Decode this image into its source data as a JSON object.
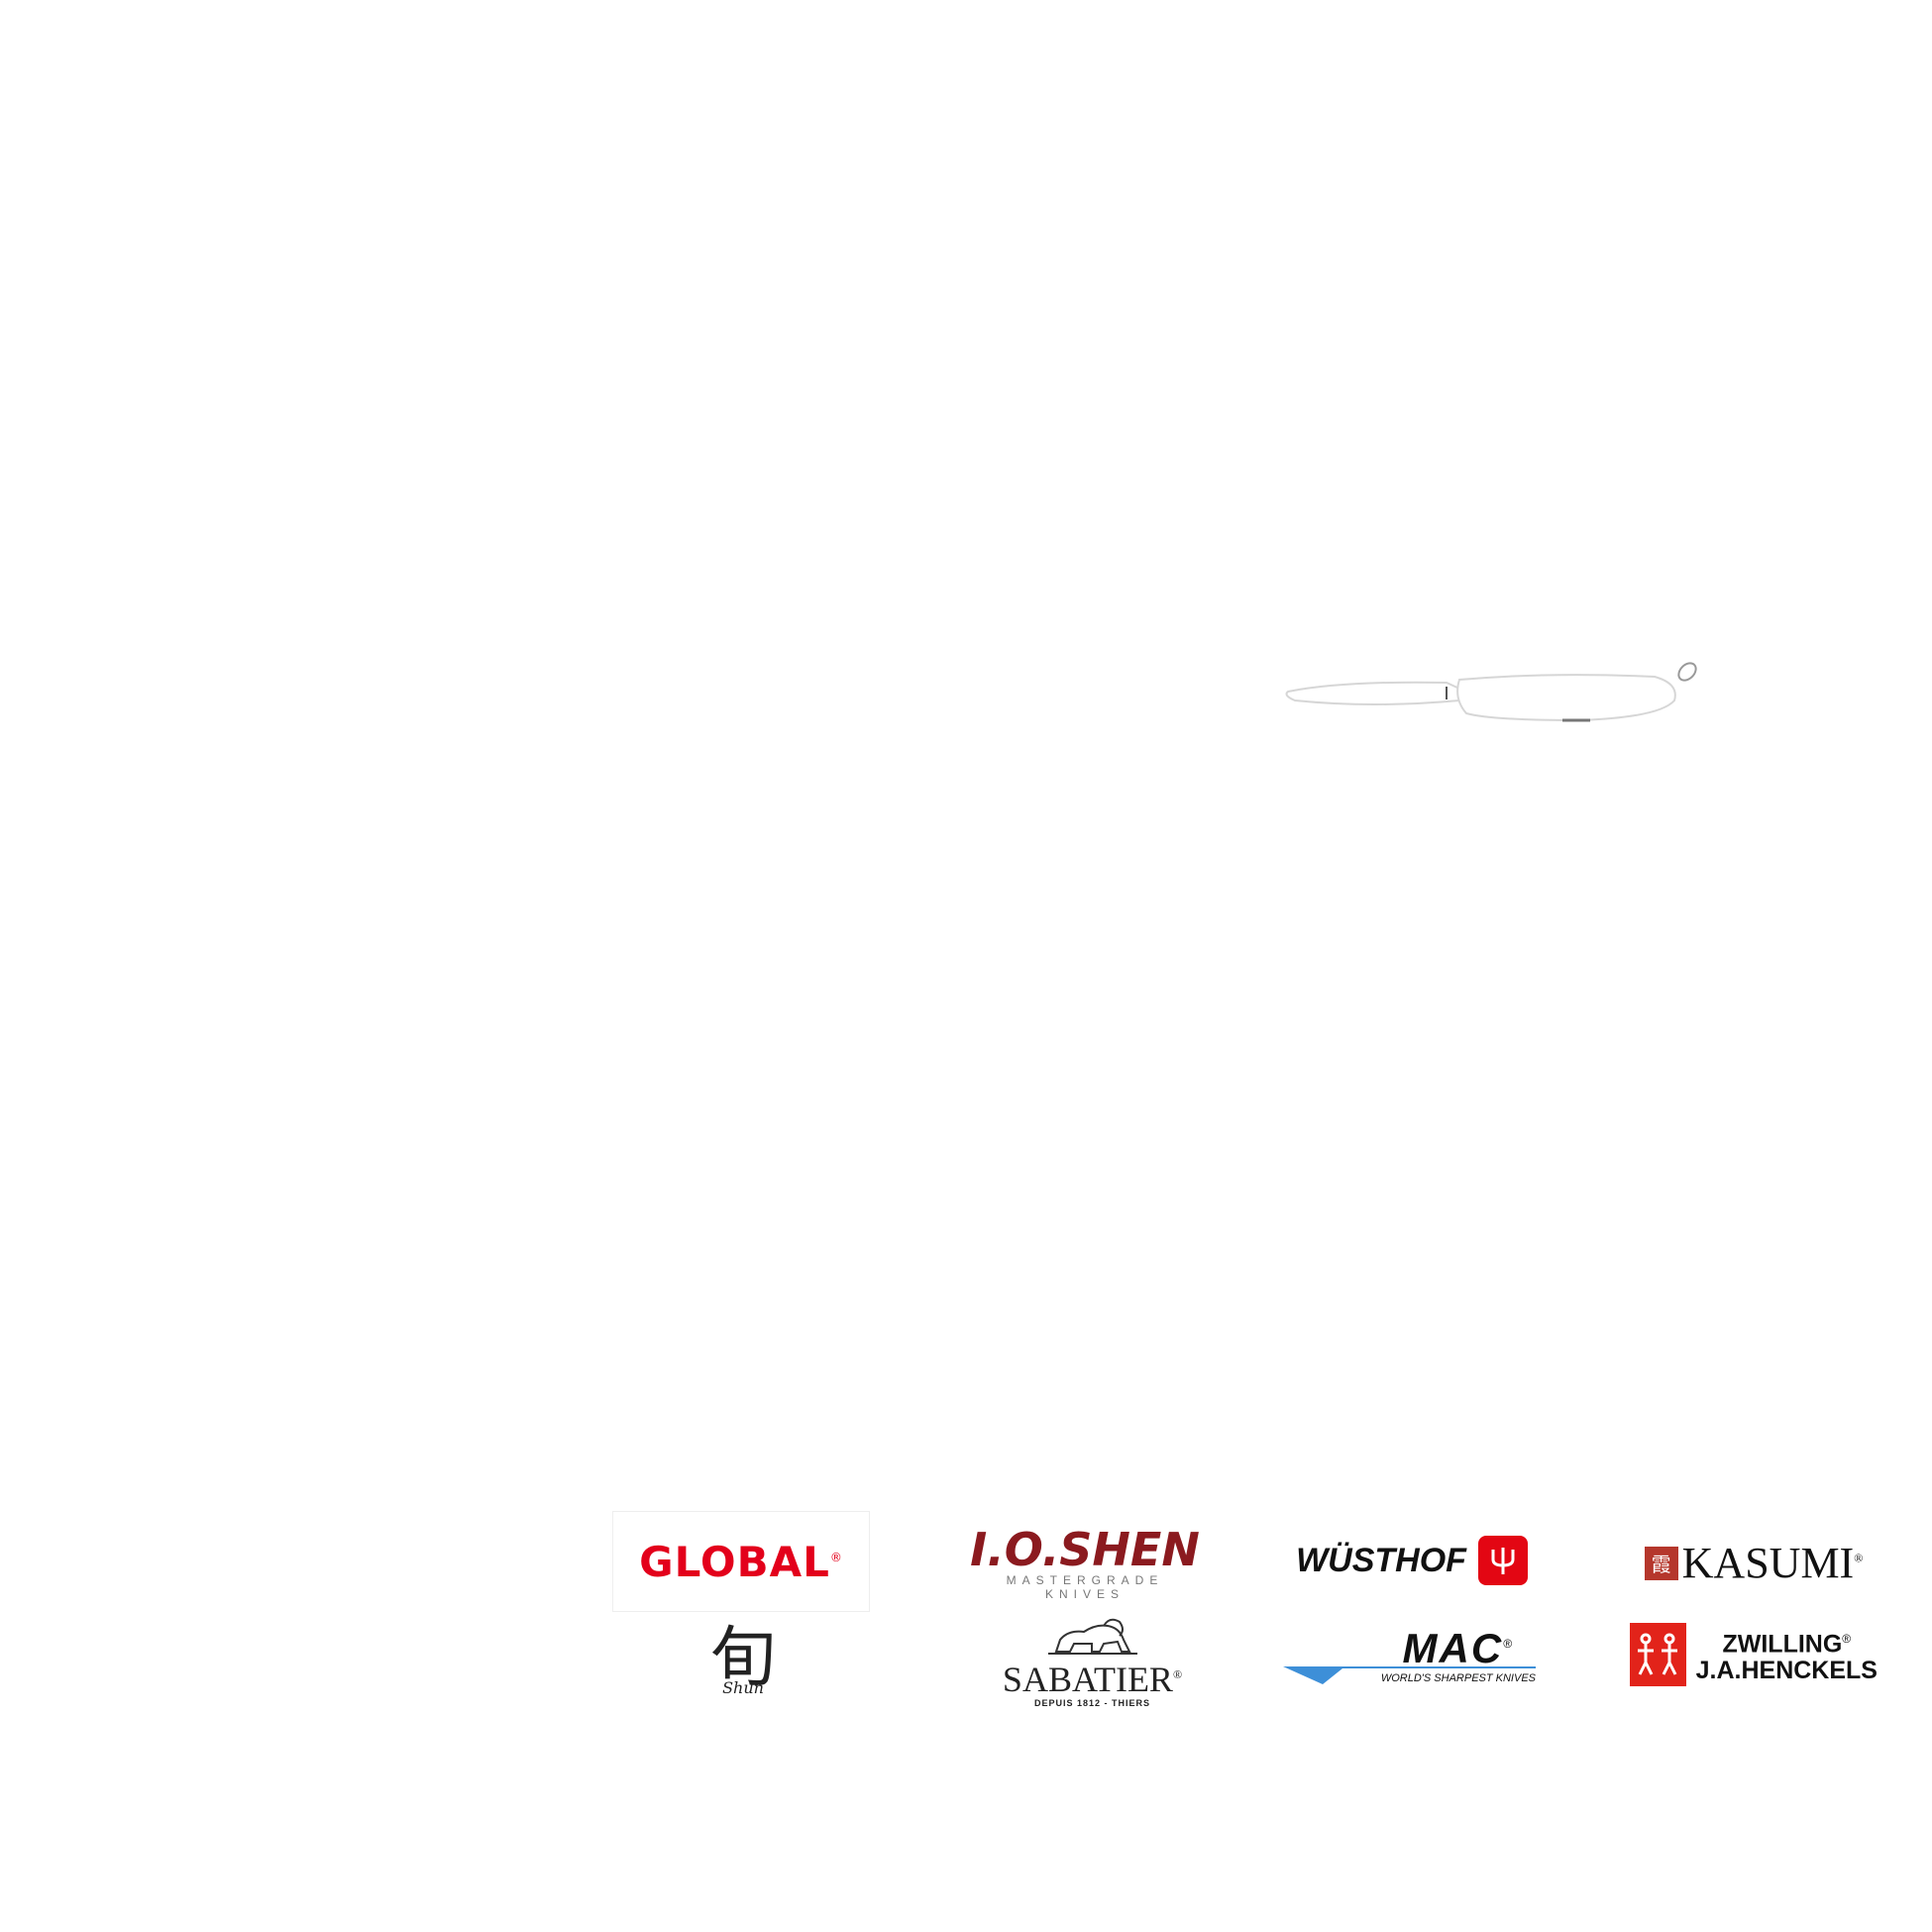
{
  "colors": {
    "background": "#ffffff",
    "global_red": "#e3001b",
    "ioshen_maroon": "#8b1a1f",
    "wusthof_red": "#e30613",
    "kasumi_seal": "#b5372c",
    "mac_blue": "#3d8fd8",
    "zwilling_red": "#e2231a"
  },
  "product_image": {
    "icon": "folding-knife-icon"
  },
  "brand_logos": {
    "global": {
      "name": "GLOBAL",
      "reg": "®"
    },
    "ioshen": {
      "name": "I.O.SHEN",
      "line1": "MASTERGRADE",
      "line2": "KNIVES"
    },
    "wusthof": {
      "name": "WÜSTHOF",
      "icon": "trident-icon"
    },
    "kasumi": {
      "seal": "霞",
      "name": "KASUMI",
      "reg": "®"
    },
    "shun": {
      "kanji": "旬",
      "name": "Shun"
    },
    "sabatier": {
      "name": "SABATIER",
      "reg": "®",
      "tagline": "DEPUIS 1812 - THIERS",
      "icon": "lion-icon"
    },
    "mac": {
      "name": "MAC",
      "reg": "®",
      "tagline": "WORLD'S SHARPEST KNIVES",
      "icon": "blade-swoosh-icon"
    },
    "zwilling": {
      "line1": "ZWILLING",
      "line2": "J.A.HENCKELS",
      "reg": "®",
      "icon": "twin-figures-icon"
    }
  }
}
